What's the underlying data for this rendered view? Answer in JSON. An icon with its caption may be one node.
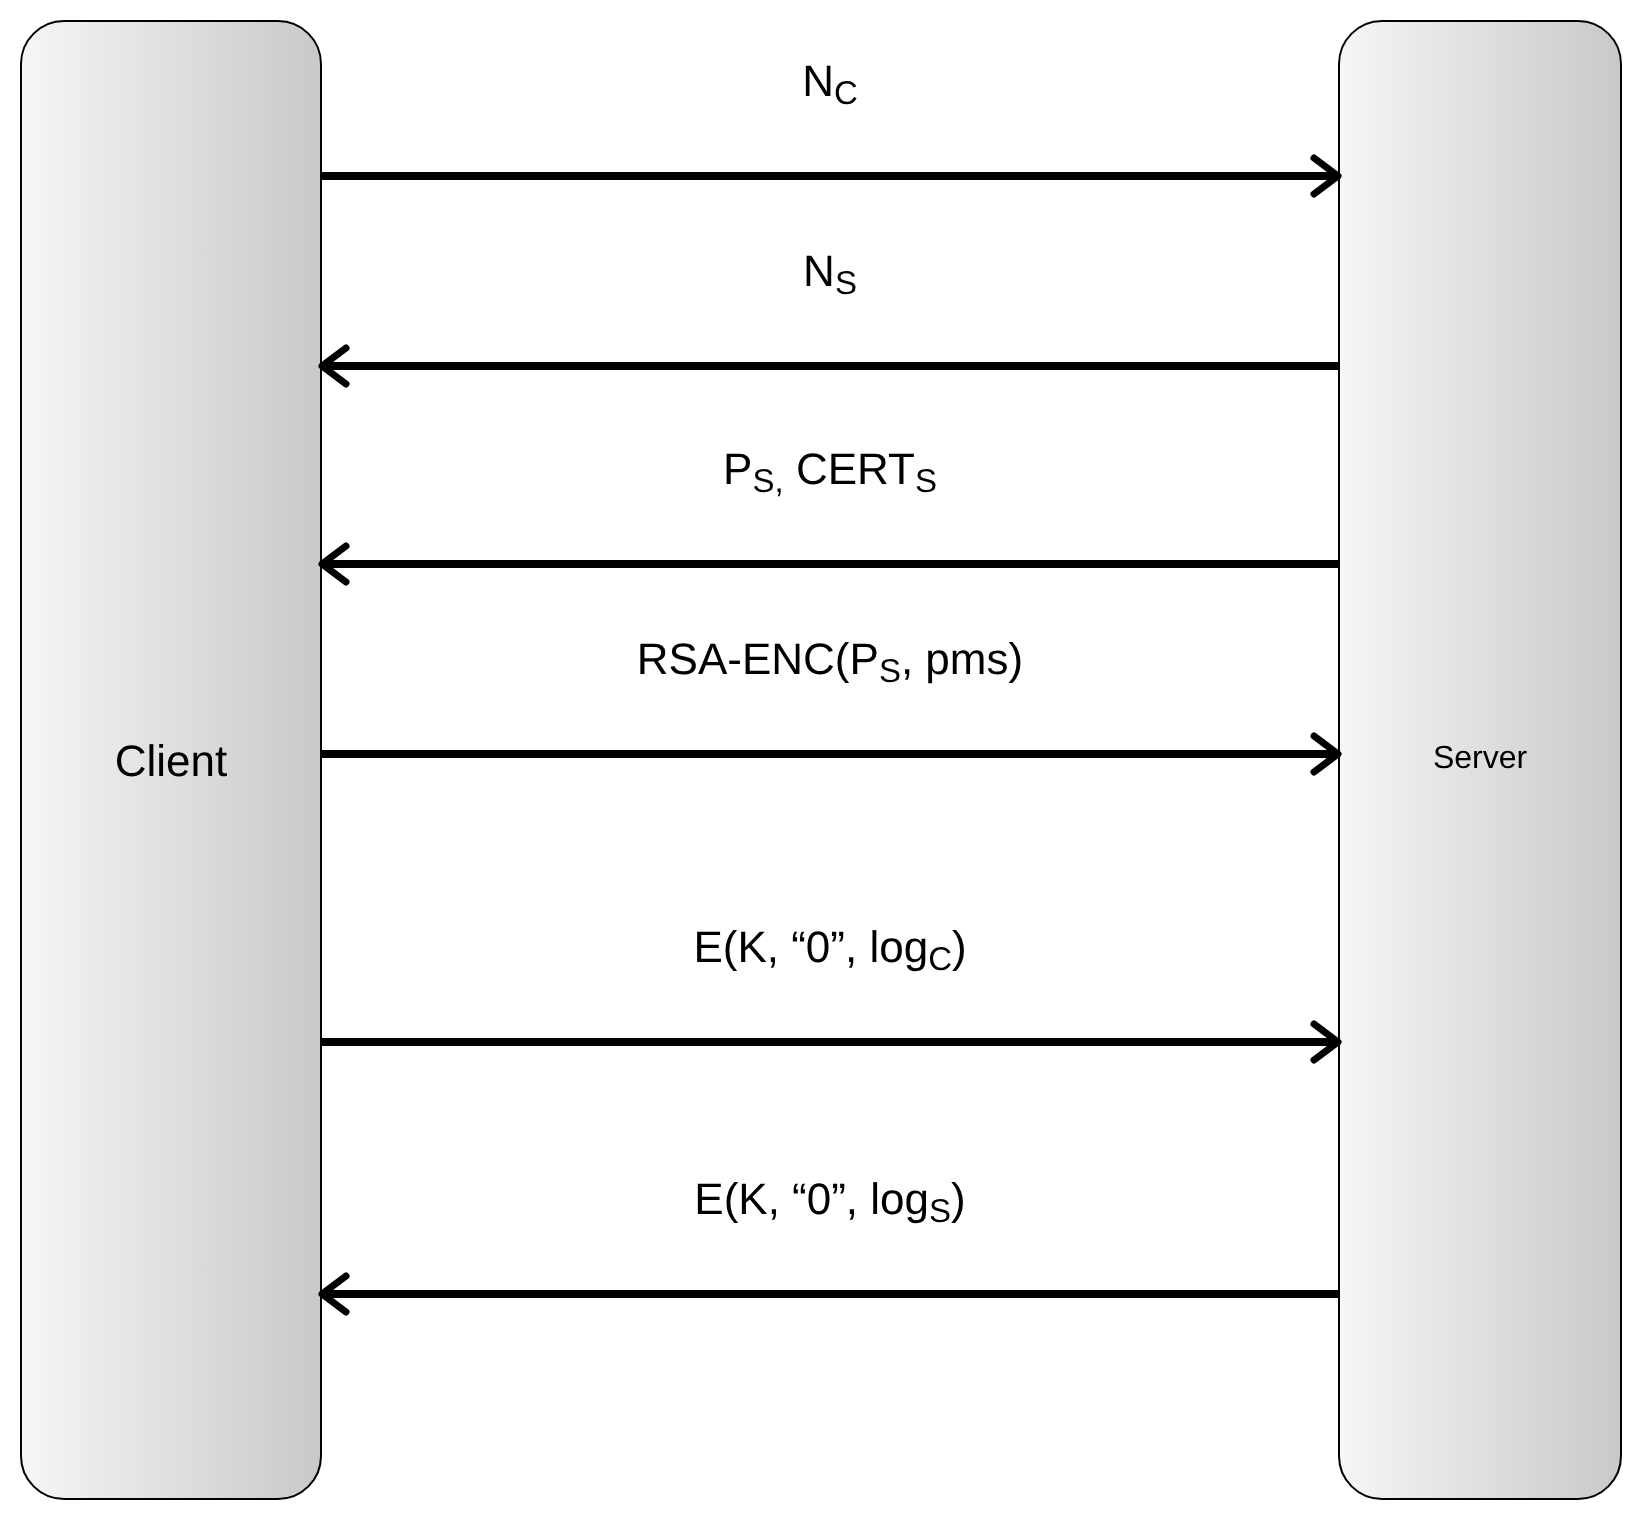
{
  "diagram": {
    "nodes": [
      {
        "text": [
          "Client"
        ]
      },
      {
        "text": [
          "Server"
        ]
      }
    ],
    "edges": [
      {
        "from": 0,
        "to": 1,
        "arrow": "to",
        "label": "N$_{C}$"
      },
      {
        "from": 1,
        "to": 0,
        "arrow": "to",
        "label": "N$_{S}$"
      },
      {
        "from": 1,
        "to": 0,
        "arrow": "to",
        "label": "P$_{S,}$ CERT$_{S}$"
      },
      {
        "from": 0,
        "to": 1,
        "arrow": "to",
        "label": "RSA-ENC(P$_{S}$, pms)"
      },
      {
        "from": 0,
        "to": 1,
        "arrow": "to",
        "label": "E(K, “0”, log$_{C}$)"
      },
      {
        "from": 1,
        "to": 0,
        "arrow": "to",
        "label": "E(K, “0”, log$_{S}$)"
      }
    ]
  }
}
